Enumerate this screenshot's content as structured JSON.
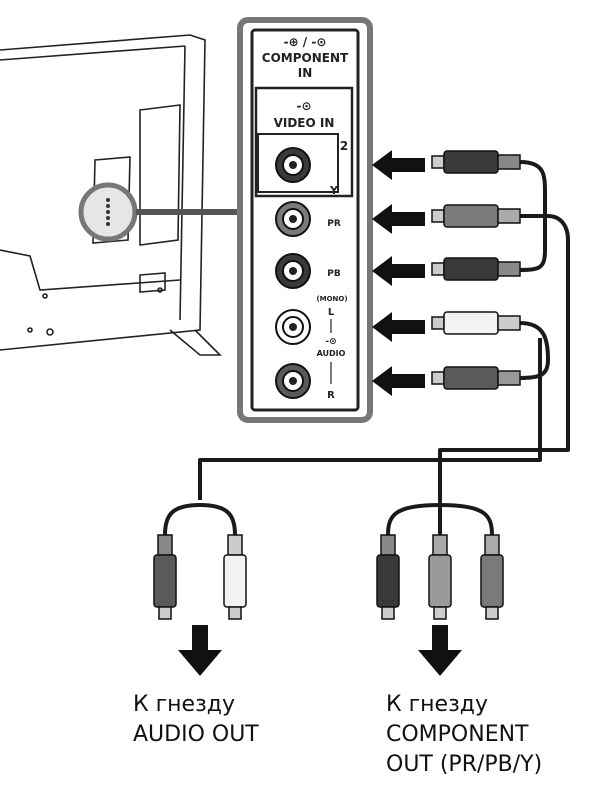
{
  "panel": {
    "header_symbols": "-⊕ / -⊙",
    "header_line1": "COMPONENT",
    "header_line2": "IN",
    "video_in_symbol": "-⊙",
    "video_in_label": "VIDEO IN",
    "input_number": "2",
    "jack_labels": {
      "y": "Y",
      "pr": "PR",
      "pb": "PB",
      "mono": "(MONO)",
      "l": "L",
      "audio_symbol": "-⊙",
      "audio": "AUDIO",
      "r": "R"
    }
  },
  "captions": {
    "audio_out": {
      "line1": "К гнезду",
      "line2": "AUDIO OUT"
    },
    "component_out": {
      "line1": "К гнезду",
      "line2": "COMPONENT",
      "line3": "OUT (PR/PB/Y)"
    }
  },
  "colors": {
    "line": "#1a1a1a",
    "panel_border": "#555555",
    "jack_dark": "#3a3a3a",
    "jack_mid": "#7a7a7a",
    "jack_light": "#dddddd"
  }
}
